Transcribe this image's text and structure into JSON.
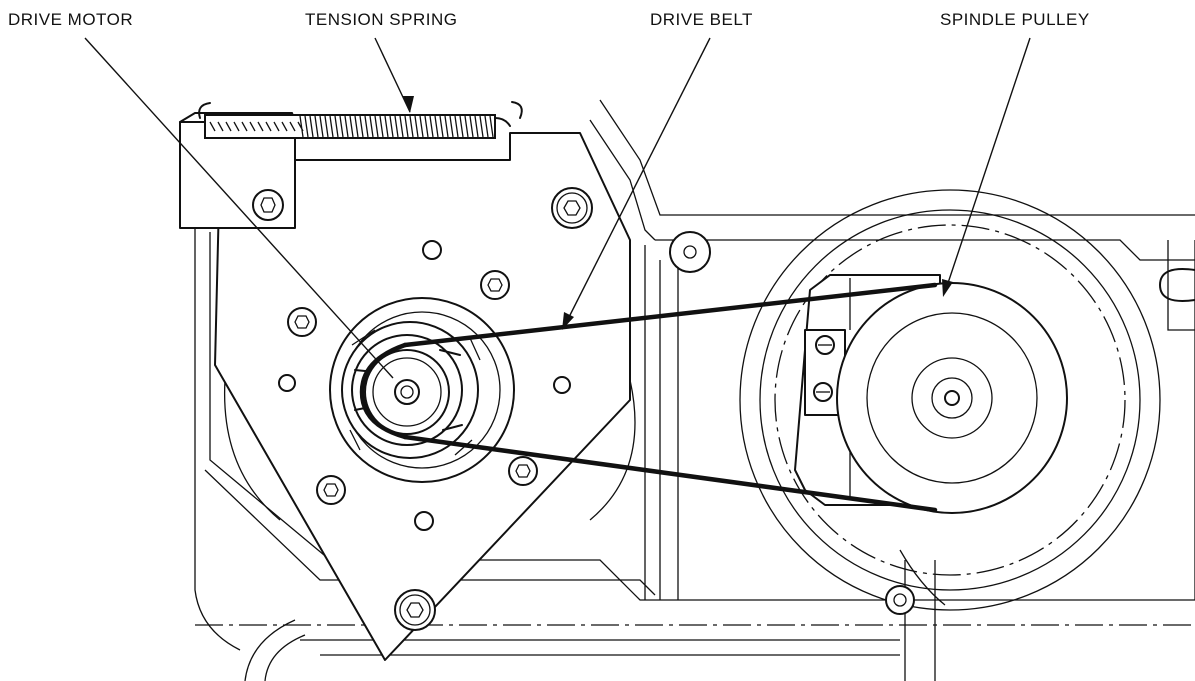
{
  "labels": {
    "drive_motor": "DRIVE MOTOR",
    "tension_spring": "TENSION SPRING",
    "drive_belt": "DRIVE BELT",
    "spindle_pulley": "SPINDLE PULLEY"
  },
  "colors": {
    "line": "#111111",
    "background": "#ffffff"
  }
}
